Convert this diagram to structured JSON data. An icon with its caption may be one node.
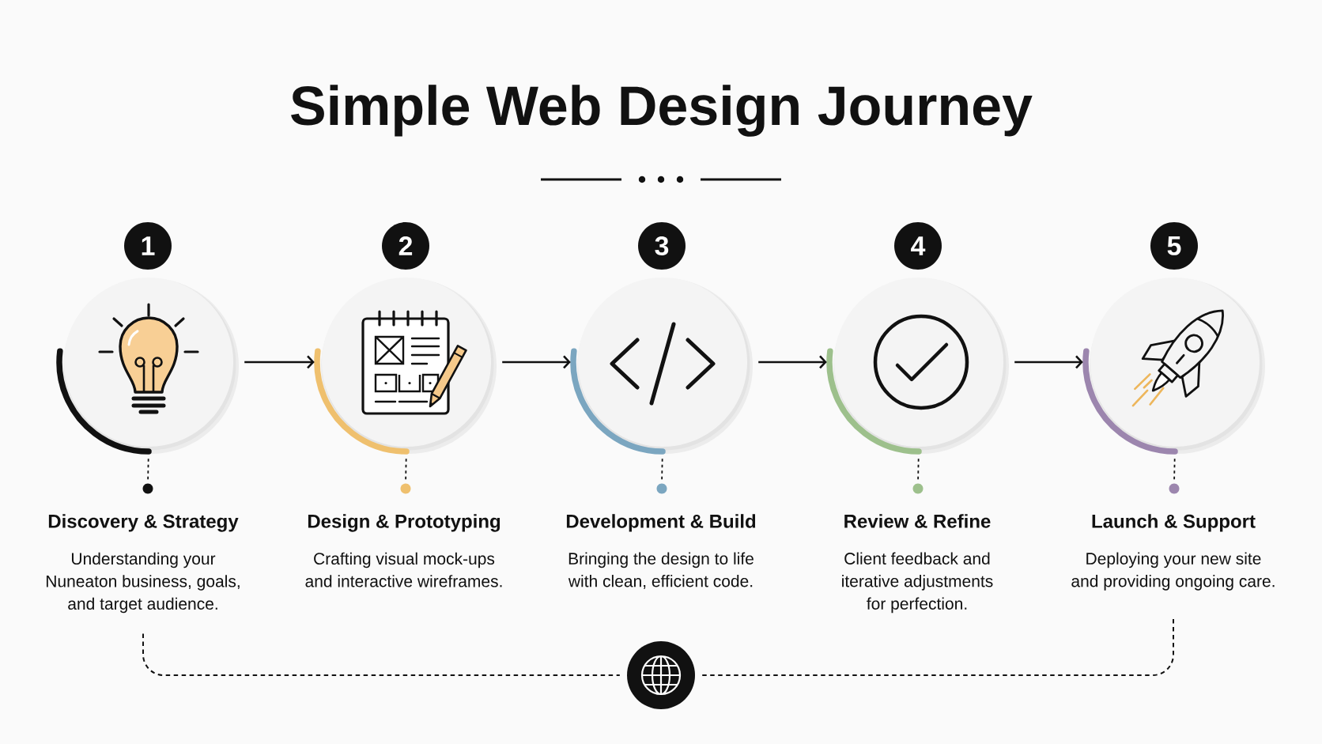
{
  "diagram": {
    "title": "Simple Web Design Journey",
    "nodes": [
      {
        "text": [
          "1"
        ]
      },
      {
        "text": [
          "2"
        ]
      },
      {
        "text": [
          "3"
        ]
      },
      {
        "text": [
          "4"
        ]
      },
      {
        "text": [
          "5"
        ]
      },
      {
        "text": [],
        "shape": "circle"
      },
      {
        "text": [],
        "shape": "circle"
      },
      {
        "text": [],
        "shape": "circle"
      },
      {
        "text": [],
        "shape": "circle"
      },
      {
        "text": [],
        "shape": "circle"
      },
      {
        "text": [],
        "shape": "circle"
      },
      {
        "text": [],
        "shape": "circle"
      },
      {
        "text": [],
        "shape": "circle"
      },
      {
        "text": [],
        "shape": "circle"
      },
      {
        "text": [],
        "shape": "circle"
      },
      {
        "text": [
          "Discovery & Strategy",
          "Understanding your Nuneaton business, goals, and target audience."
        ]
      },
      {
        "text": [
          "Design & Prototyping",
          "Crafting visual mock-ups and interactive wireframes."
        ]
      },
      {
        "text": [
          "Development & Build",
          "Bringing the design to life with clean, efficient code."
        ]
      },
      {
        "text": [
          "Review & Refine",
          "Client feedback and iterative adjustments for perfection."
        ]
      },
      {
        "text": [
          "Launch & Support",
          "Deploying your new site and providing ongoing care."
        ]
      },
      {
        "text": [],
        "shape": "circle"
      }
    ],
    "edges": [
      {
        "from": 5,
        "to": 6,
        "arrow": "to"
      },
      {
        "from": 6,
        "to": 7,
        "arrow": "to"
      },
      {
        "from": 7,
        "to": 8,
        "arrow": "to"
      },
      {
        "from": 8,
        "to": 9,
        "arrow": "to"
      },
      {
        "from": 5,
        "to": 10,
        "arrow": "none",
        "style": "dashed"
      },
      {
        "from": 6,
        "to": 11,
        "arrow": "none",
        "style": "dashed"
      },
      {
        "from": 7,
        "to": 12,
        "arrow": "none",
        "style": "dashed"
      },
      {
        "from": 8,
        "to": 13,
        "arrow": "none",
        "style": "dashed"
      },
      {
        "from": 9,
        "to": 14,
        "arrow": "none",
        "style": "dashed"
      },
      {
        "from": 15,
        "to": 20,
        "arrow": "none",
        "style": "dashed"
      },
      {
        "from": 20,
        "to": 19,
        "arrow": "none",
        "style": "dashed"
      }
    ]
  }
}
